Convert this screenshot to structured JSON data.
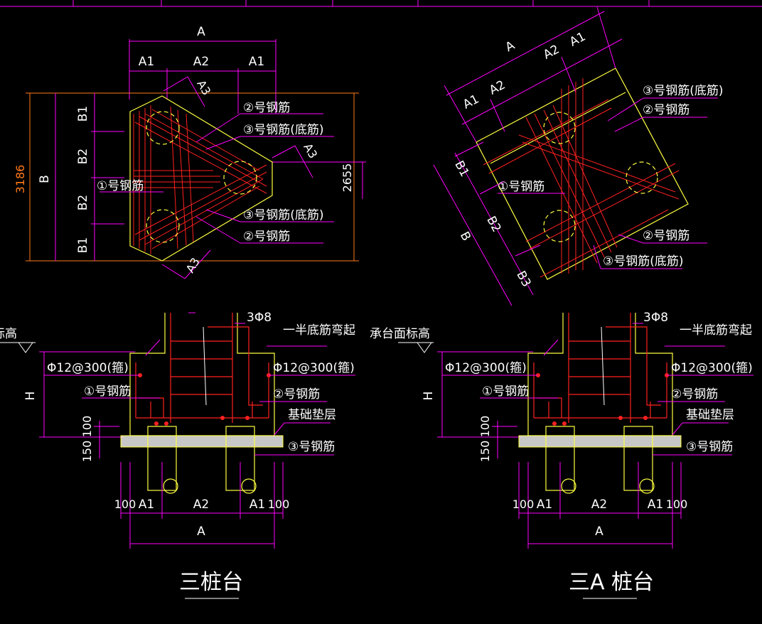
{
  "colors": {
    "background": "#000000",
    "dimension": "#ff00ff",
    "rebar": "#ff2020",
    "outline": "#ffff40",
    "overall_dim": "#ff7a1a",
    "text": "#ffffff"
  },
  "plan_left": {
    "dim_A": "A",
    "dim_A1_left": "A1",
    "dim_A2": "A2",
    "dim_A1_right": "A1",
    "dim_A3_top": "A3",
    "dim_A3_right": "A3",
    "dim_A3_bottom": "A3",
    "dim_3186": "3186",
    "dim_B": "B",
    "dim_B1_top": "B1",
    "dim_B2_top": "B2",
    "dim_B2_bottom": "B2",
    "dim_B1_bottom": "B1",
    "dim_2655": "2655",
    "label_bar1": "①号钢筋",
    "label_bar2_top": "②号钢筋",
    "label_bar3_top": "③号钢筋(底筋)",
    "label_bar3_bottom": "③号钢筋(底筋)",
    "label_bar2_bottom": "②号钢筋"
  },
  "plan_right": {
    "dim_A": "A",
    "dim_A1_top": "A1",
    "dim_A2_top": "A2",
    "dim_A1_left": "A1",
    "dim_A2_left": "A2",
    "dim_B1": "B1",
    "dim_B2": "B2",
    "dim_B": "B",
    "dim_B3": "B3",
    "label_bar3_top": "③号钢筋(底筋)",
    "label_bar2_top": "②号钢筋",
    "label_bar1": "①号钢筋",
    "label_bar2_bottom": "②号钢筋",
    "label_bar3_bottom": "③号钢筋(底筋)"
  },
  "section_left": {
    "label_elev": "标高",
    "label_3phi8": "3Φ8",
    "label_half": "一半底筋弯起",
    "label_stirrup_left": "Φ12@300(箍)",
    "label_stirrup_right": "Φ12@300(箍)",
    "label_bar1": "①号钢筋",
    "label_bar2": "②号钢筋",
    "label_cushion": "基础垫层",
    "label_bar3": "③号钢筋",
    "dim_H": "H",
    "dim_100": "100",
    "dim_150": "150",
    "dim_bottom_100_left": "100",
    "dim_bottom_A1_left": "A1",
    "dim_bottom_A2": "A2",
    "dim_bottom_A1_right": "A1",
    "dim_bottom_100_right": "100",
    "dim_bottom_A": "A",
    "title": "三桩台"
  },
  "section_right": {
    "label_elev": "承台面标高",
    "label_3phi8": "3Φ8",
    "label_half": "一半底筋弯起",
    "label_stirrup_left": "Φ12@300(箍)",
    "label_stirrup_right": "Φ12@300(箍)",
    "label_bar1": "①号钢筋",
    "label_bar2": "②号钢筋",
    "label_cushion": "基础垫层",
    "label_bar3": "③号钢筋",
    "dim_H": "H",
    "dim_100": "100",
    "dim_150": "150",
    "dim_bottom_100_left": "100",
    "dim_bottom_A1_left": "A1",
    "dim_bottom_A2": "A2",
    "dim_bottom_A1_right": "A1",
    "dim_bottom_100_right": "100",
    "dim_bottom_A": "A",
    "title": "三A 桩台"
  }
}
